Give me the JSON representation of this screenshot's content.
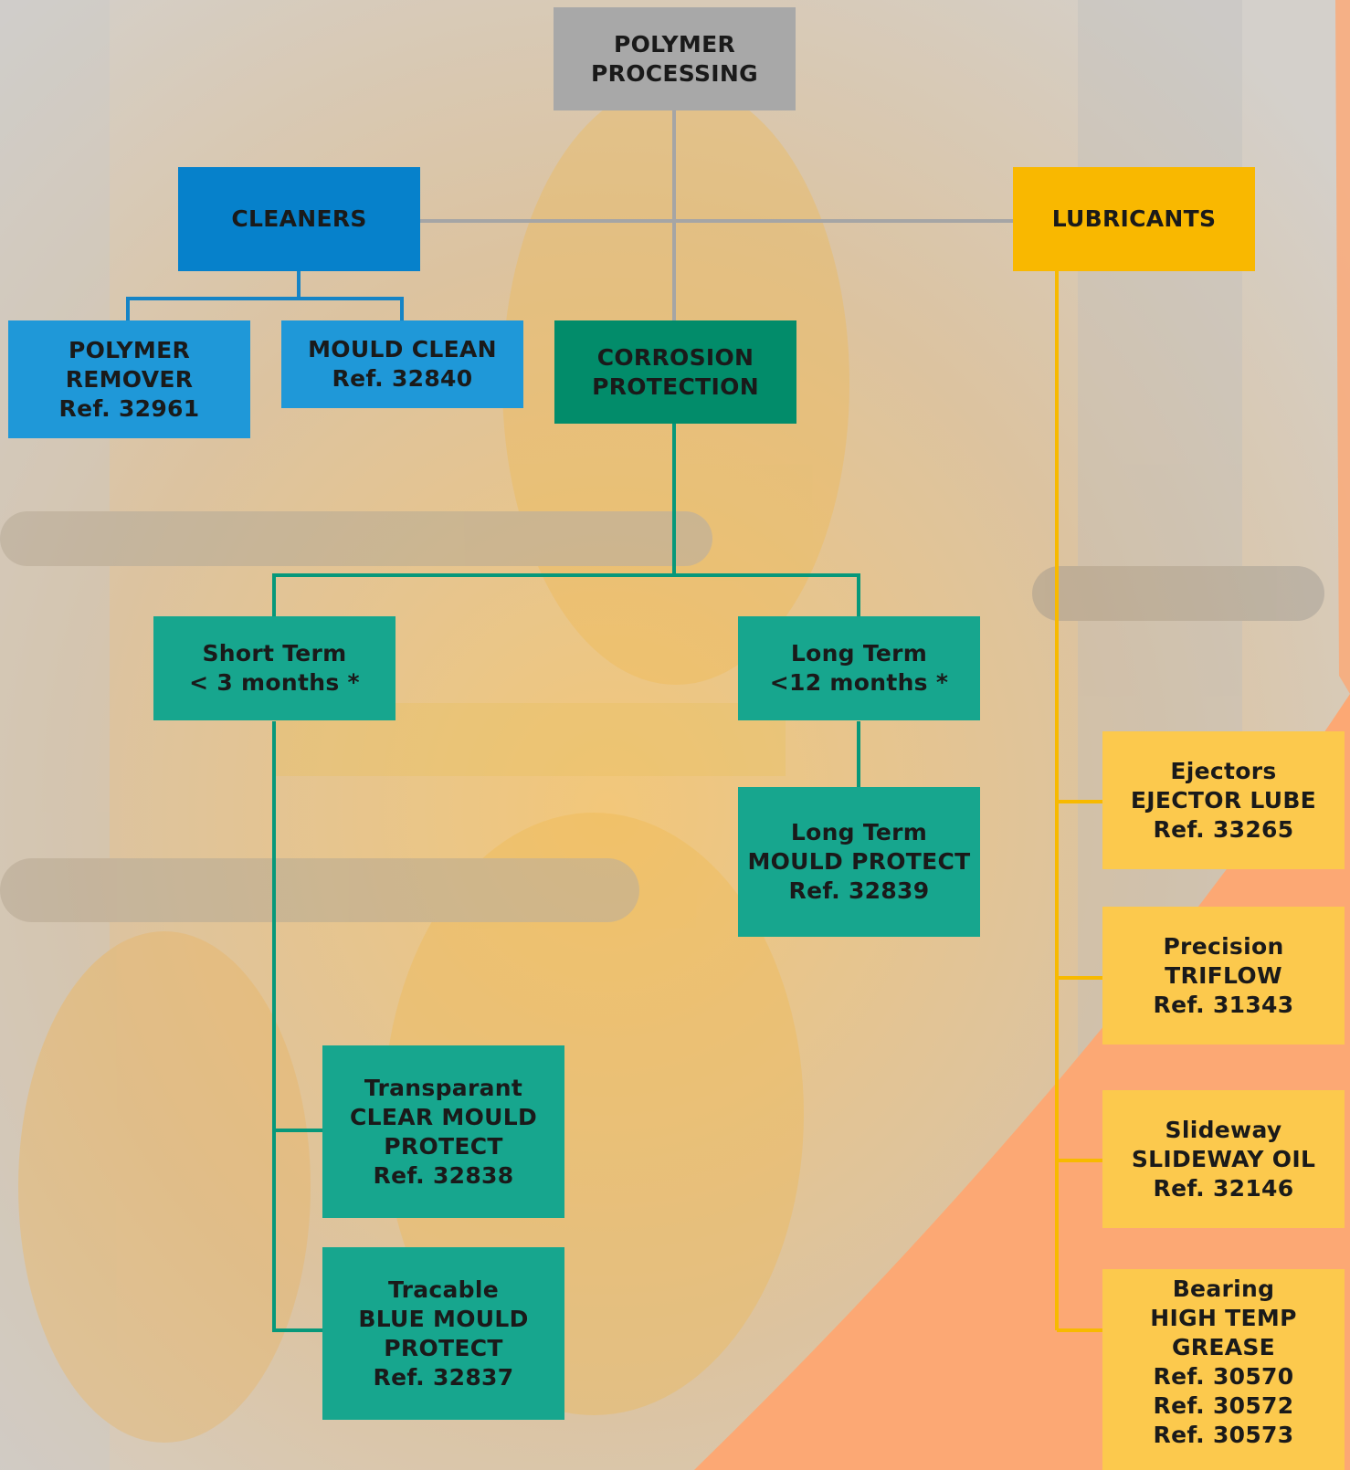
{
  "colors": {
    "root": "#a8a8a8",
    "cleaners": "#0681cb",
    "cleaner_items": "#1f98d8",
    "corrosion": "#028c6a",
    "corrosion_items": "#17a68e",
    "lubricants": "#f9b800",
    "lubricant_items": "#fcc94d",
    "accent_orange": "#fca874"
  },
  "root": {
    "line1": "POLYMER",
    "line2": "PROCESSING"
  },
  "cleaners": {
    "label": "CLEANERS",
    "polymer_remover": {
      "line1": "POLYMER",
      "line2": "REMOVER",
      "line3": "Ref. 32961"
    },
    "mould_clean": {
      "line1": "MOULD CLEAN",
      "line2": "Ref. 32840"
    }
  },
  "corrosion": {
    "line1": "CORROSION",
    "line2": "PROTECTION",
    "short_term": {
      "line1": "Short Term",
      "line2": "< 3 months *"
    },
    "long_term": {
      "line1": "Long Term",
      "line2": "<12 months *"
    },
    "long_term_product": {
      "line1": "Long Term",
      "line2": "MOULD PROTECT",
      "line3": "Ref. 32839"
    },
    "clear_mould": {
      "line1": "Transparant",
      "line2": "CLEAR MOULD",
      "line3": "PROTECT",
      "line4": "Ref. 32838"
    },
    "blue_mould": {
      "line1": "Tracable",
      "line2": "BLUE MOULD",
      "line3": "PROTECT",
      "line4": "Ref. 32837"
    }
  },
  "lubricants": {
    "label": "LUBRICANTS",
    "ejectors": {
      "line1": "Ejectors",
      "line2": "EJECTOR LUBE",
      "line3": "Ref. 33265"
    },
    "precision": {
      "line1": "Precision",
      "line2": "TRIFLOW",
      "line3": "Ref. 31343"
    },
    "slideway": {
      "line1": "Slideway",
      "line2": "SLIDEWAY OIL",
      "line3": "Ref. 32146"
    },
    "bearing": {
      "line1": "Bearing",
      "line2": "HIGH TEMP",
      "line3": "GREASE",
      "line4": "Ref. 30570",
      "line5": "Ref. 30572",
      "line6": "Ref. 30573"
    }
  }
}
